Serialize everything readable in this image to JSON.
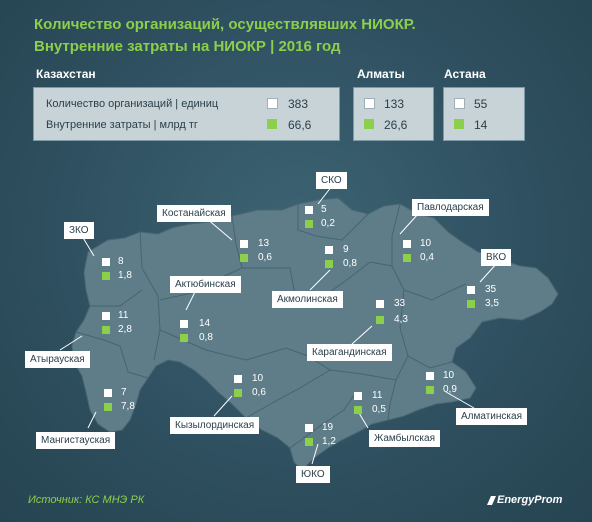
{
  "title_line1": "Количество организаций, осуществлявших НИОКР.",
  "title_line2": "Внутренние затраты на НИОКР  | 2016 год",
  "summary": {
    "kz_label": "Казахстан",
    "almaty_label": "Алматы",
    "astana_label": "Астана",
    "row1_label": "Количество организаций | единиц",
    "row2_label": "Внутренние затраты | млрд тг",
    "kz_count": "383",
    "kz_cost": "66,6",
    "almaty_count": "133",
    "almaty_cost": "26,6",
    "astana_count": "55",
    "astana_cost": "14"
  },
  "regions": {
    "zko": {
      "name": "ЗКО",
      "count": "8",
      "cost": "1,8"
    },
    "atyrau": {
      "name": "Атырауская",
      "count": "11",
      "cost": "2,8"
    },
    "mangystau": {
      "name": "Мангистауская",
      "count": "7",
      "cost": "7,8"
    },
    "aktobe": {
      "name": "Актюбинская",
      "count": "14",
      "cost": "0,8"
    },
    "kostanay": {
      "name": "Костанайская",
      "count": "13",
      "cost": "0,6"
    },
    "sko": {
      "name": "СКО",
      "count": "5",
      "cost": "0,2"
    },
    "akmola": {
      "name": "Акмолинская",
      "count": "9",
      "cost": "0,8"
    },
    "pavlodar": {
      "name": "Павлодарская",
      "count": "10",
      "cost": "0,4"
    },
    "vko": {
      "name": "ВКО",
      "count": "35",
      "cost": "3,5"
    },
    "karaganda": {
      "name": "Карагандинская",
      "count": "33",
      "cost": "4,3"
    },
    "kyzylorda": {
      "name": "Кызылординская",
      "count": "10",
      "cost": "0,6"
    },
    "uko": {
      "name": "ЮКО",
      "count": "19",
      "cost": "1,2"
    },
    "zhambyl": {
      "name": "Жамбылская",
      "count": "11",
      "cost": "0,5"
    },
    "almaty_reg": {
      "name": "Алматинская",
      "count": "10",
      "cost": "0,9"
    }
  },
  "source": "Источник: КС МНЭ РК",
  "logo": "EnergyProm",
  "colors": {
    "accent": "#8ccf4a",
    "map_fill": "#5e7d89",
    "background": "#2f5060"
  }
}
